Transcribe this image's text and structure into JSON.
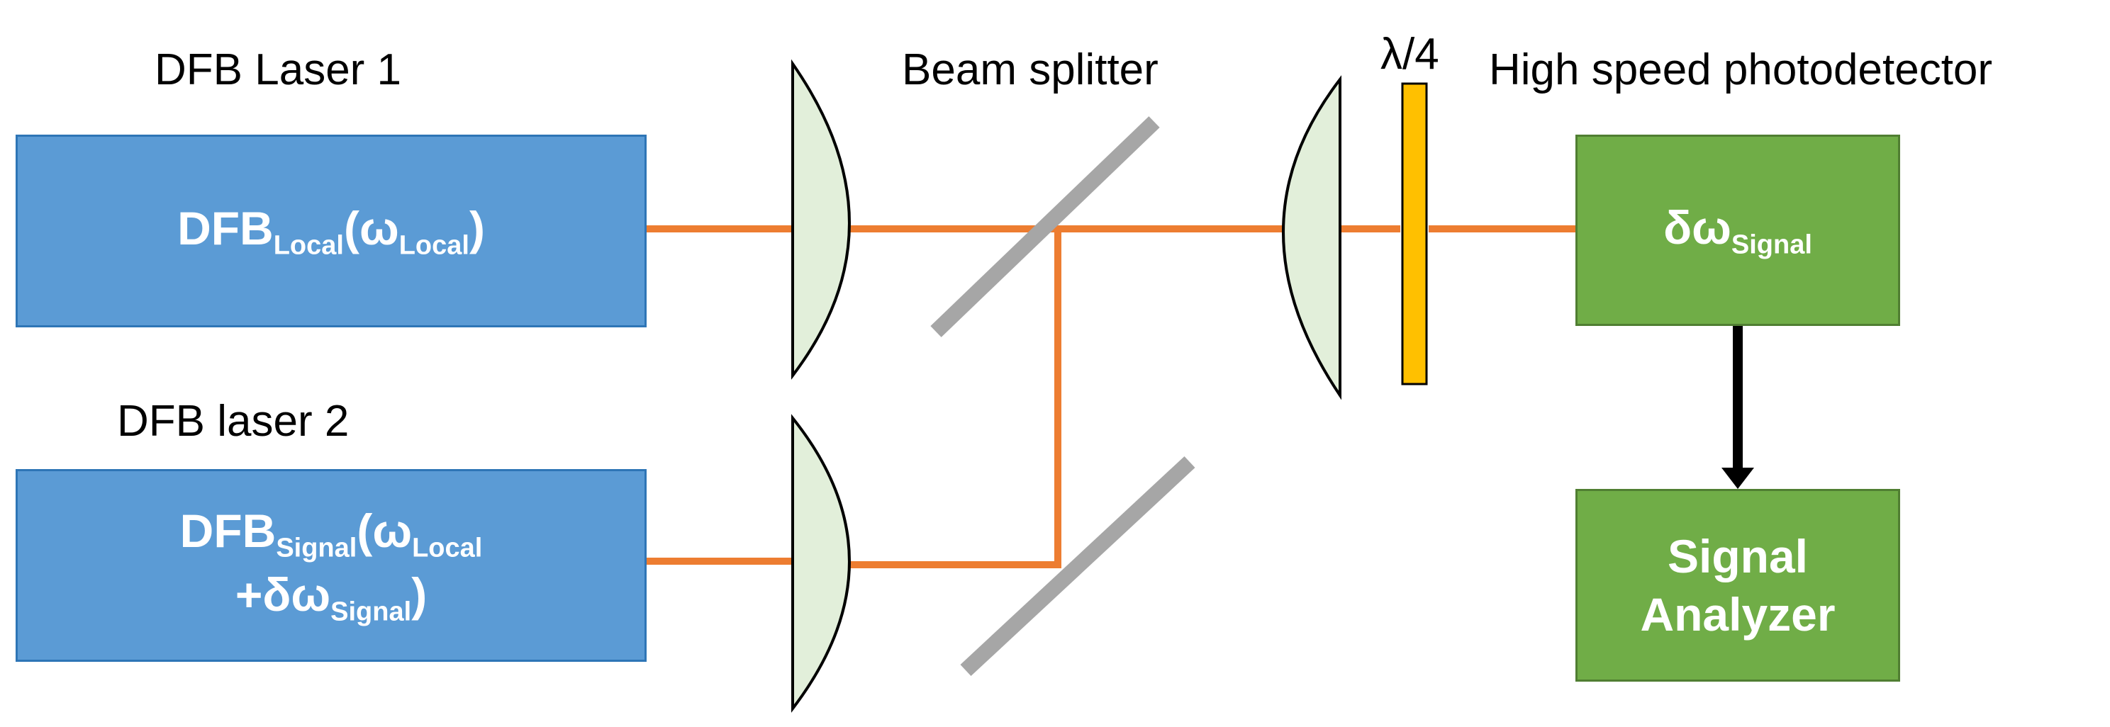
{
  "labels": {
    "laser1": "DFB Laser 1",
    "laser2": "DFB laser 2",
    "beam_splitter": "Beam splitter",
    "quarter_wave": "λ/4",
    "photodetector": "High speed photodetector"
  },
  "boxes": {
    "local": {
      "main": "DFB",
      "sub": "Local",
      "open": "(ω",
      "sub2": "Local",
      "close": ")"
    },
    "signal": {
      "line1_main": "DFB",
      "line1_sub": "Signal",
      "line1_open": "(ω",
      "line1_sub2": "Local",
      "line2_main": "+δω",
      "line2_sub": "Signal",
      "line2_close": ")"
    },
    "detector": {
      "main": "δω",
      "sub": "Signal"
    },
    "analyzer": {
      "line1": "Signal",
      "line2": "Analyzer"
    }
  },
  "colors": {
    "laser_box": "#5b9bd5",
    "detector_box": "#70ad47",
    "beam": "#ed7d31",
    "lens_fill": "#e2efda",
    "mirror": "#a6a6a6",
    "waveplate": "#ffc000",
    "arrow": "#000000"
  }
}
